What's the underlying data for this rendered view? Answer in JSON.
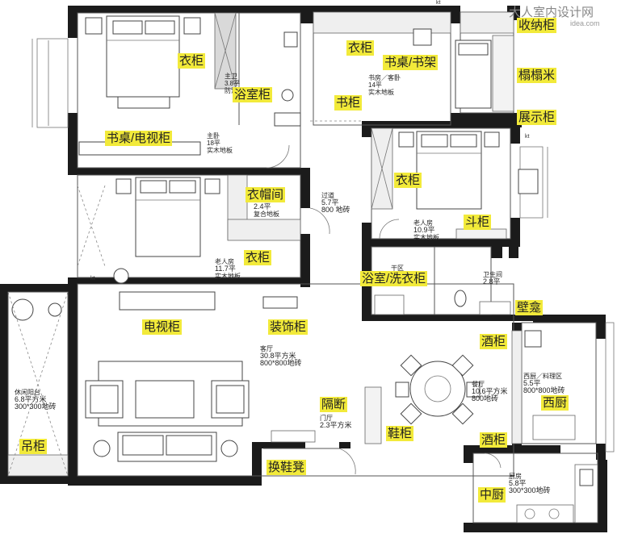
{
  "watermark": {
    "site_name": "大人室内设计网",
    "site_url": "idea.com"
  },
  "marks": {
    "kt": "kt"
  },
  "labels": {
    "wardrobe_master": "衣柜",
    "bath_cabinet": "浴室柜",
    "desk_tv_cabinet": "书桌/电视柜",
    "wardrobe_study": "衣柜",
    "desk_bookshelf": "书桌/书架",
    "bookcase": "书柜",
    "storage_cabinet": "收纳柜",
    "tatami": "榻榻米",
    "display_cabinet": "展示柜",
    "wardrobe_guest": "衣柜",
    "chest_cabinet": "斗柜",
    "cloakroom": "衣帽间",
    "wardrobe_bedroom2": "衣柜",
    "bath_laundry": "浴室/洗衣柜",
    "niche": "壁龛",
    "tv_cabinet": "电视柜",
    "decor_cabinet": "装饰柜",
    "wine_cabinet_1": "酒柜",
    "partition": "隔断",
    "shoe_cabinet": "鞋柜",
    "western_kitchen": "西厨",
    "wine_cabinet_2": "酒柜",
    "hanging_cabinet": "吊柜",
    "shoe_bench": "换鞋凳",
    "chinese_kitchen": "中厨"
  },
  "rooms": {
    "master_bath": {
      "name": "主卫",
      "area": "3.8平",
      "floor": "防滑地砖"
    },
    "master_bed": {
      "name": "主卧",
      "area": "18平",
      "floor": "实木地板"
    },
    "study": {
      "name": "书房／客卧",
      "area": "14平",
      "floor": "实木地板"
    },
    "cloak": {
      "area": "2.4平",
      "floor": "复合地板"
    },
    "bedroom2": {
      "name": "老人房",
      "area": "11.7平",
      "floor": "实木地板"
    },
    "corridor": {
      "name": "过道",
      "area": "5.7平",
      "floor": "800 地砖"
    },
    "guest_bed": {
      "name": "老人房",
      "area": "10.9平",
      "floor": "实木地板"
    },
    "dry_zone": {
      "name": "干区"
    },
    "toilet": {
      "name": "卫生间",
      "area": "2.8平"
    },
    "living": {
      "name": "客厅",
      "area": "30.8平方米",
      "floor": "800*800地砖"
    },
    "balcony": {
      "name": "休闲阳台",
      "area": "6.8平方米",
      "floor": "300*300地砖"
    },
    "dining": {
      "name": "餐厅",
      "area": "10.6平方米",
      "floor": "800地砖"
    },
    "western_kitchen": {
      "name": "西厨／料理区",
      "area": "5.5平",
      "floor": "800*800地砖"
    },
    "entry": {
      "name": "门厅",
      "area": "2.3平方米"
    },
    "kitchen": {
      "name": "厨房",
      "area": "5.8平",
      "floor": "300*300地砖"
    }
  }
}
